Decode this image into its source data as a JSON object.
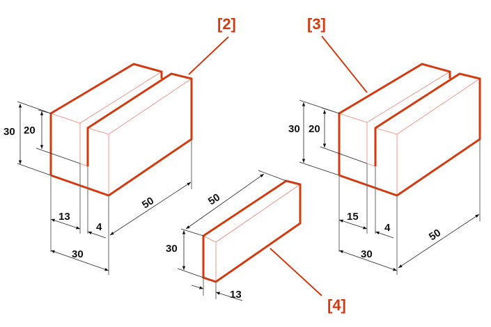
{
  "colors": {
    "outline": "#d23a10",
    "dimension": "#222222"
  },
  "callouts": {
    "part2": "[2]",
    "part3": "[3]",
    "part4": "[4]"
  },
  "part2": {
    "height_total": "30",
    "height_slot": "20",
    "slot_offset": "13",
    "slot_width": "4",
    "width": "30",
    "length": "50"
  },
  "part3": {
    "height_total": "30",
    "height_slot": "20",
    "slot_offset": "15",
    "slot_width": "4",
    "width": "30",
    "length": "50"
  },
  "part4": {
    "length": "50",
    "height": "30",
    "thickness": "13"
  }
}
